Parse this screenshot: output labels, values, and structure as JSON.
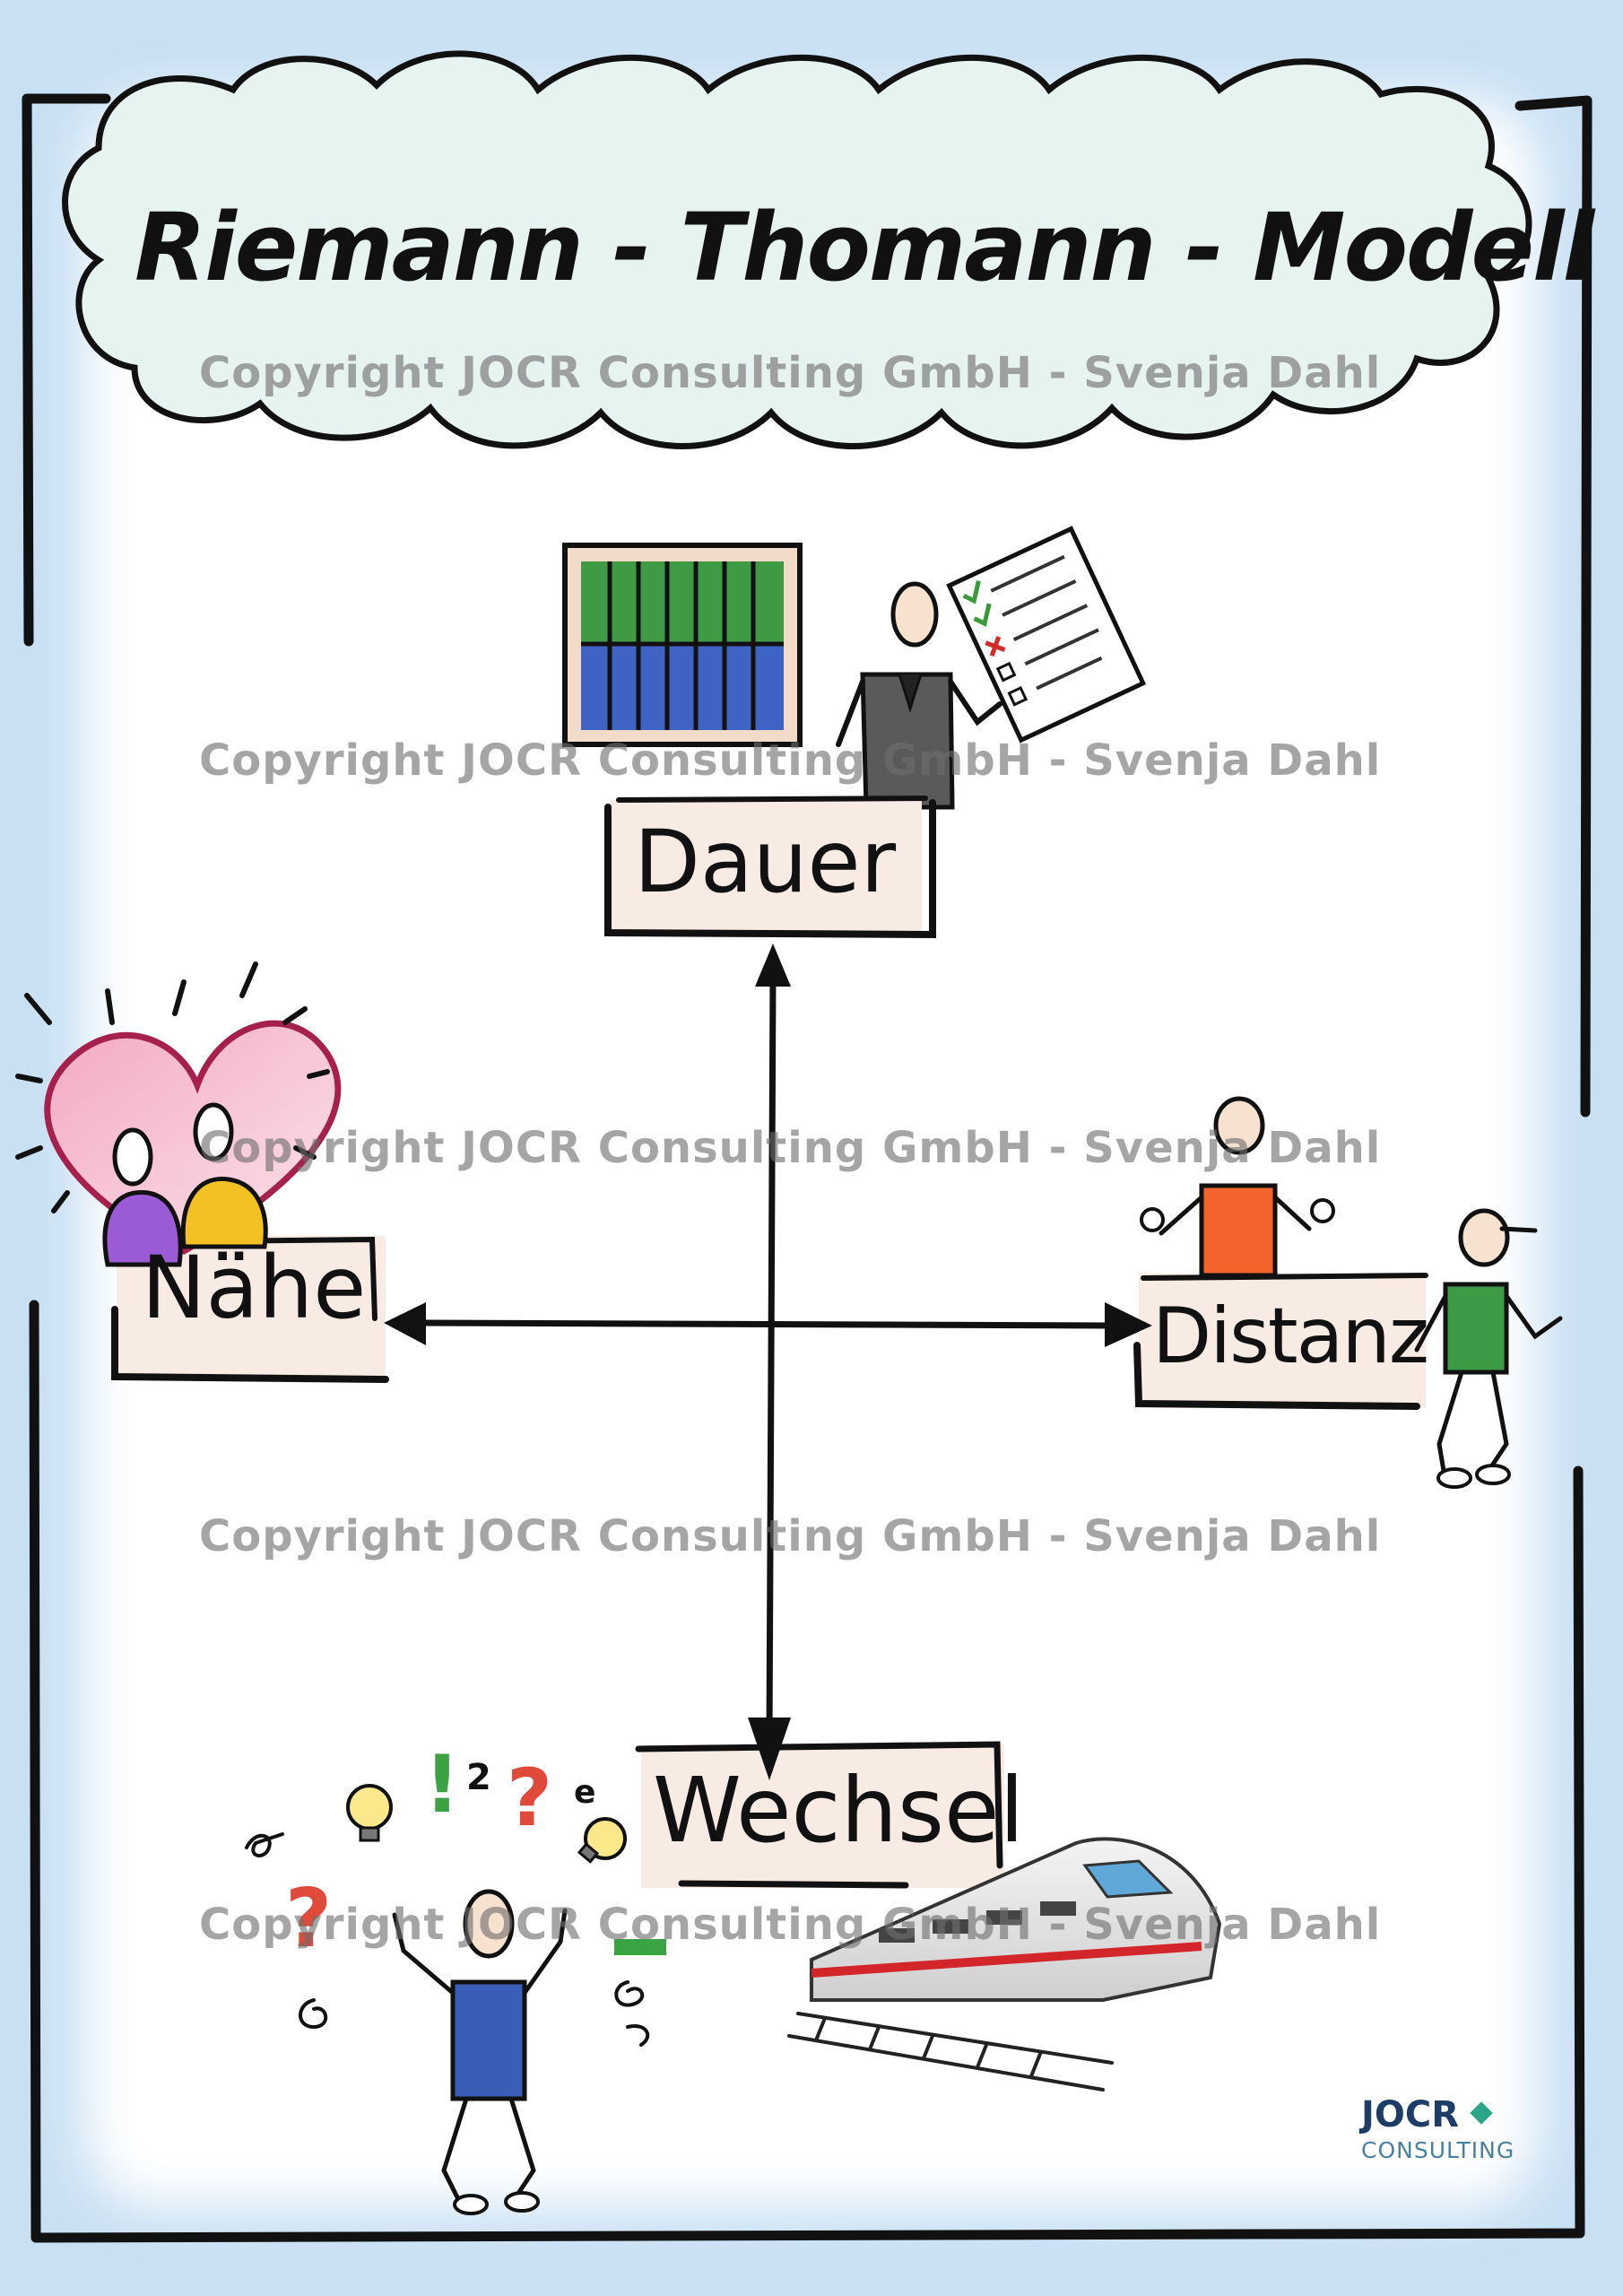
{
  "title": "Riemann - Thomann - Modell",
  "watermark": "Copyright JOCR Consulting GmbH - Svenja Dahl",
  "labels": {
    "dauer": "Dauer",
    "naehe": "Nähe",
    "distanz": "Distanz",
    "wechsel": "Wechsel"
  },
  "logo": {
    "name": "JOCR",
    "subtitle": "CONSULTING"
  },
  "colors": {
    "frame_blue": "#c6def2",
    "cloud_fill": "#e6f3f1",
    "label_box": "#f8ebe4",
    "logo_navy": "#1e3d66",
    "logo_green": "#2aa58a"
  }
}
